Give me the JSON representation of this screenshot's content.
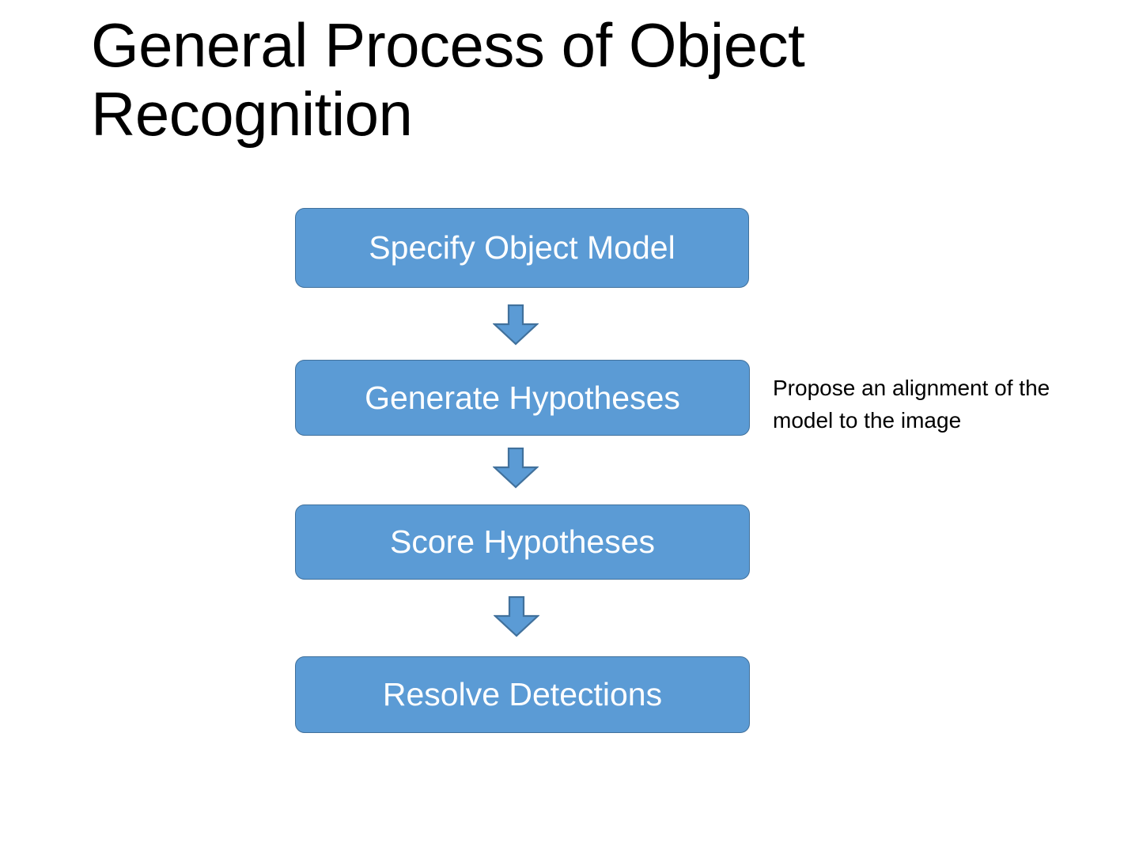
{
  "slide": {
    "background_color": "#FFFFFF",
    "title": "General Process of Object\nRecognition",
    "theme": {
      "box_fill": "#5B9BD5",
      "box_border": "#41719C",
      "box_text": "#FFFFFF",
      "arrow_fill": "#5B9BD5",
      "arrow_border": "#41719C",
      "body_text": "#000000"
    }
  },
  "flowchart": {
    "type": "vertical-process-flow",
    "steps": [
      {
        "id": "step-1",
        "label": "Specify Object Model"
      },
      {
        "id": "step-2",
        "label": "Generate Hypotheses"
      },
      {
        "id": "step-3",
        "label": "Score Hypotheses"
      },
      {
        "id": "step-4",
        "label": "Resolve Detections"
      }
    ],
    "connectors": [
      {
        "id": "arrow-1",
        "from": "step-1",
        "to": "step-2",
        "icon": "down-arrow-icon"
      },
      {
        "id": "arrow-2",
        "from": "step-2",
        "to": "step-3",
        "icon": "down-arrow-icon"
      },
      {
        "id": "arrow-3",
        "from": "step-3",
        "to": "step-4",
        "icon": "down-arrow-icon"
      }
    ],
    "annotations": [
      {
        "id": "annotation-1",
        "attached_to": "step-2",
        "text": "Propose an alignment of the\nmodel to the image"
      }
    ]
  }
}
